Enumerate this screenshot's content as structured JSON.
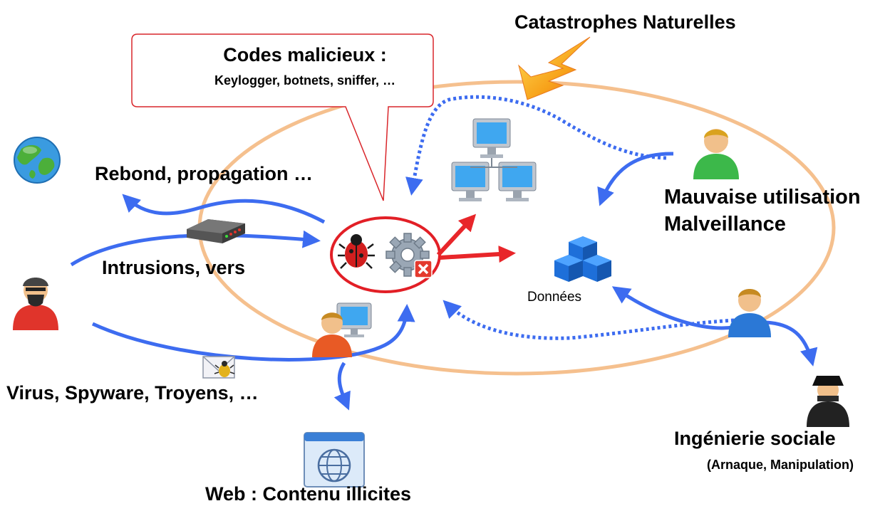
{
  "labels": {
    "codes_title": "Codes malicieux :",
    "codes_sub": "Keylogger, botnets, sniffer, …",
    "catastrophes": "Catastrophes Naturelles",
    "rebond": "Rebond, propagation …",
    "intrusions": "Intrusions, vers",
    "virus": "Virus, Spyware, Troyens, …",
    "web": "Web : Contenu illicites",
    "mauvaise_1": "Mauvaise utilisation",
    "mauvaise_2": "Malveillance",
    "donnees": "Données",
    "ingenierie": "Ingénierie sociale",
    "ingenierie_sub": "(Arnaque, Manipulation)"
  },
  "icons": [
    "globe-icon",
    "hacker-icon",
    "router-icon",
    "bug-icon",
    "gear-error-icon",
    "network-computers-icon",
    "data-cubes-icon",
    "green-user-icon",
    "blue-user-icon",
    "spy-user-icon",
    "orange-user-computer-icon",
    "email-bug-icon",
    "web-browser-icon",
    "lightning-icon"
  ],
  "colors": {
    "ellipse": "#F5C08E",
    "arrow_blue": "#3D6CF0",
    "arrow_red": "#E8262A",
    "callout_border": "#D9262B"
  }
}
